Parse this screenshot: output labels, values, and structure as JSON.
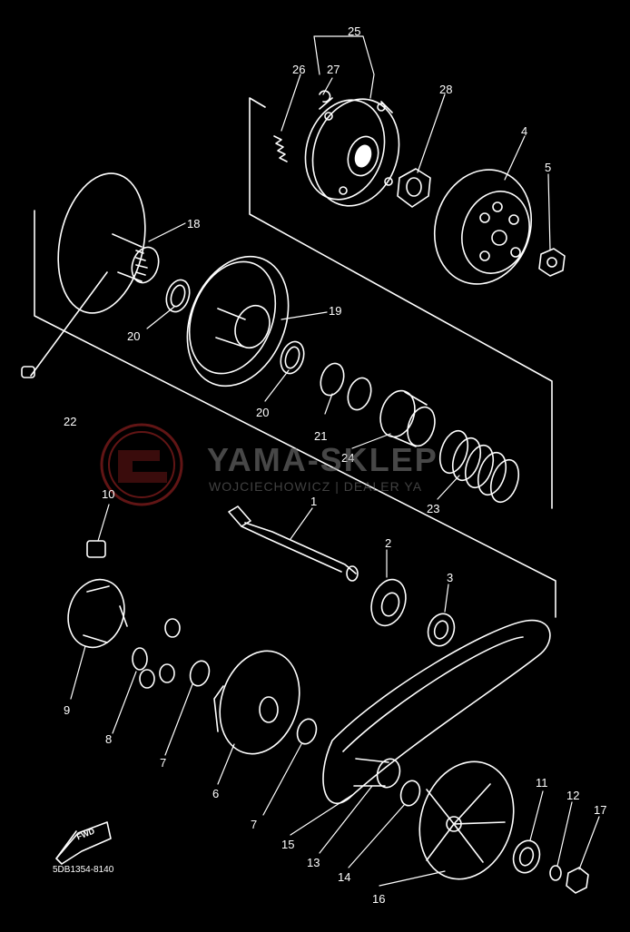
{
  "diagram": {
    "labels": {
      "p1": "1",
      "p2": "2",
      "p3": "3",
      "p4": "4",
      "p5": "5",
      "p6": "6",
      "p7a": "7",
      "p7b": "7",
      "p8": "8",
      "p9": "9",
      "p10": "10",
      "p11": "11",
      "p12": "12",
      "p13": "13",
      "p14": "14",
      "p15": "15",
      "p16": "16",
      "p17": "17",
      "p18": "18",
      "p19": "19",
      "p20a": "20",
      "p20b": "20",
      "p21": "21",
      "p22": "22",
      "p23": "23",
      "p24": "24",
      "p25": "25",
      "p26": "26",
      "p27": "27",
      "p28": "28"
    },
    "drawing_code": "5DB1354-8140",
    "fwd_label": "FWD"
  },
  "watermark": {
    "brand": "YAMA-SKLEP",
    "subtitle": "WOJCIECHOWICZ | DEALER YA"
  },
  "colors": {
    "background": "#000000",
    "line": "#ffffff",
    "watermark_red": "#8b1e1e"
  }
}
